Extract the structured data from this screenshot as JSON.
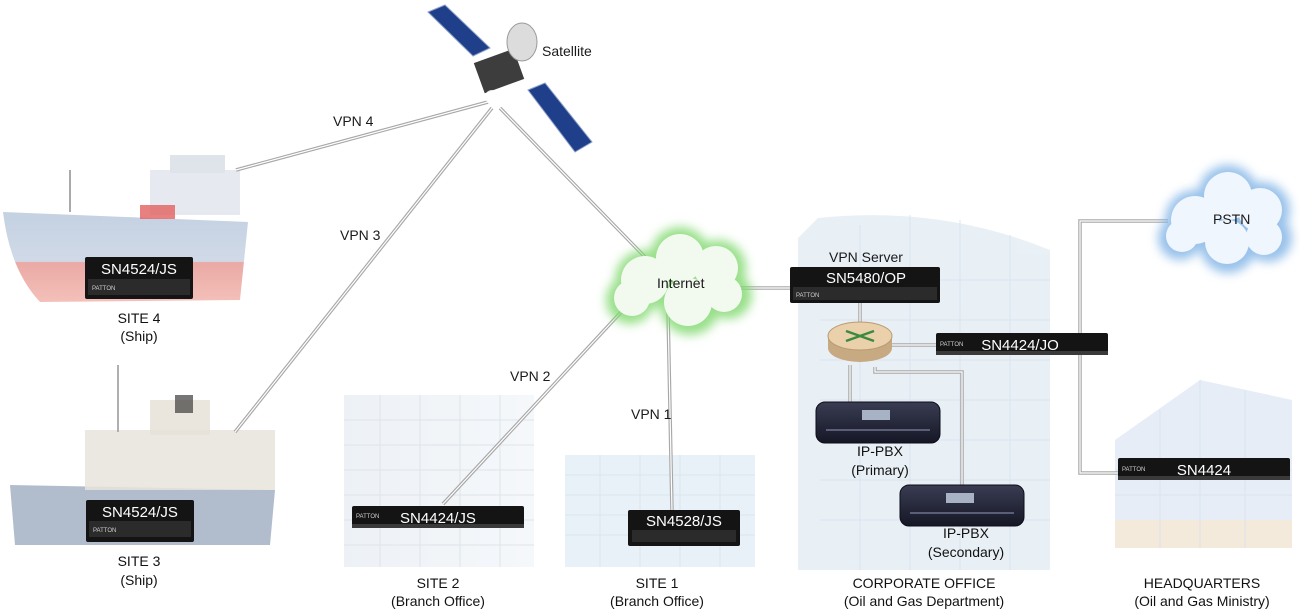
{
  "labels": {
    "satellite": "Satellite",
    "internet": "Internet",
    "pstn": "PSTN",
    "vpn_server": "VPN Server",
    "vpn1": "VPN 1",
    "vpn2": "VPN 2",
    "vpn3": "VPN 3",
    "vpn4": "VPN 4"
  },
  "devices": {
    "site4": "SN4524/JS",
    "site3": "SN4524/JS",
    "site2": "SN4424/JS",
    "site1": "SN4528/JS",
    "server": "SN5480/OP",
    "corp": "SN4424/JO",
    "hq": "SN4424",
    "brand": "PATTON"
  },
  "pbx": {
    "primary": [
      "IP-PBX",
      "(Primary)"
    ],
    "secondary": [
      "IP-PBX",
      "(Secondary)"
    ]
  },
  "sites": {
    "site4": [
      "SITE 4",
      "(Ship)"
    ],
    "site3": [
      "SITE 3",
      "(Ship)"
    ],
    "site2": [
      "SITE 2",
      "(Branch Office)"
    ],
    "site1": [
      "SITE 1",
      "(Branch Office)"
    ],
    "corp": [
      "CORPORATE OFFICE",
      "(Oil and Gas Department)"
    ],
    "hq": [
      "HEADQUARTERS",
      "(Oil and Gas Ministry)"
    ]
  },
  "colors": {
    "link": "#a8a8a8",
    "device": "#141414",
    "cloud_internet": "#e8f4e4",
    "cloud_pstn": "#e6f0fa",
    "router": "#e8c9a0"
  }
}
